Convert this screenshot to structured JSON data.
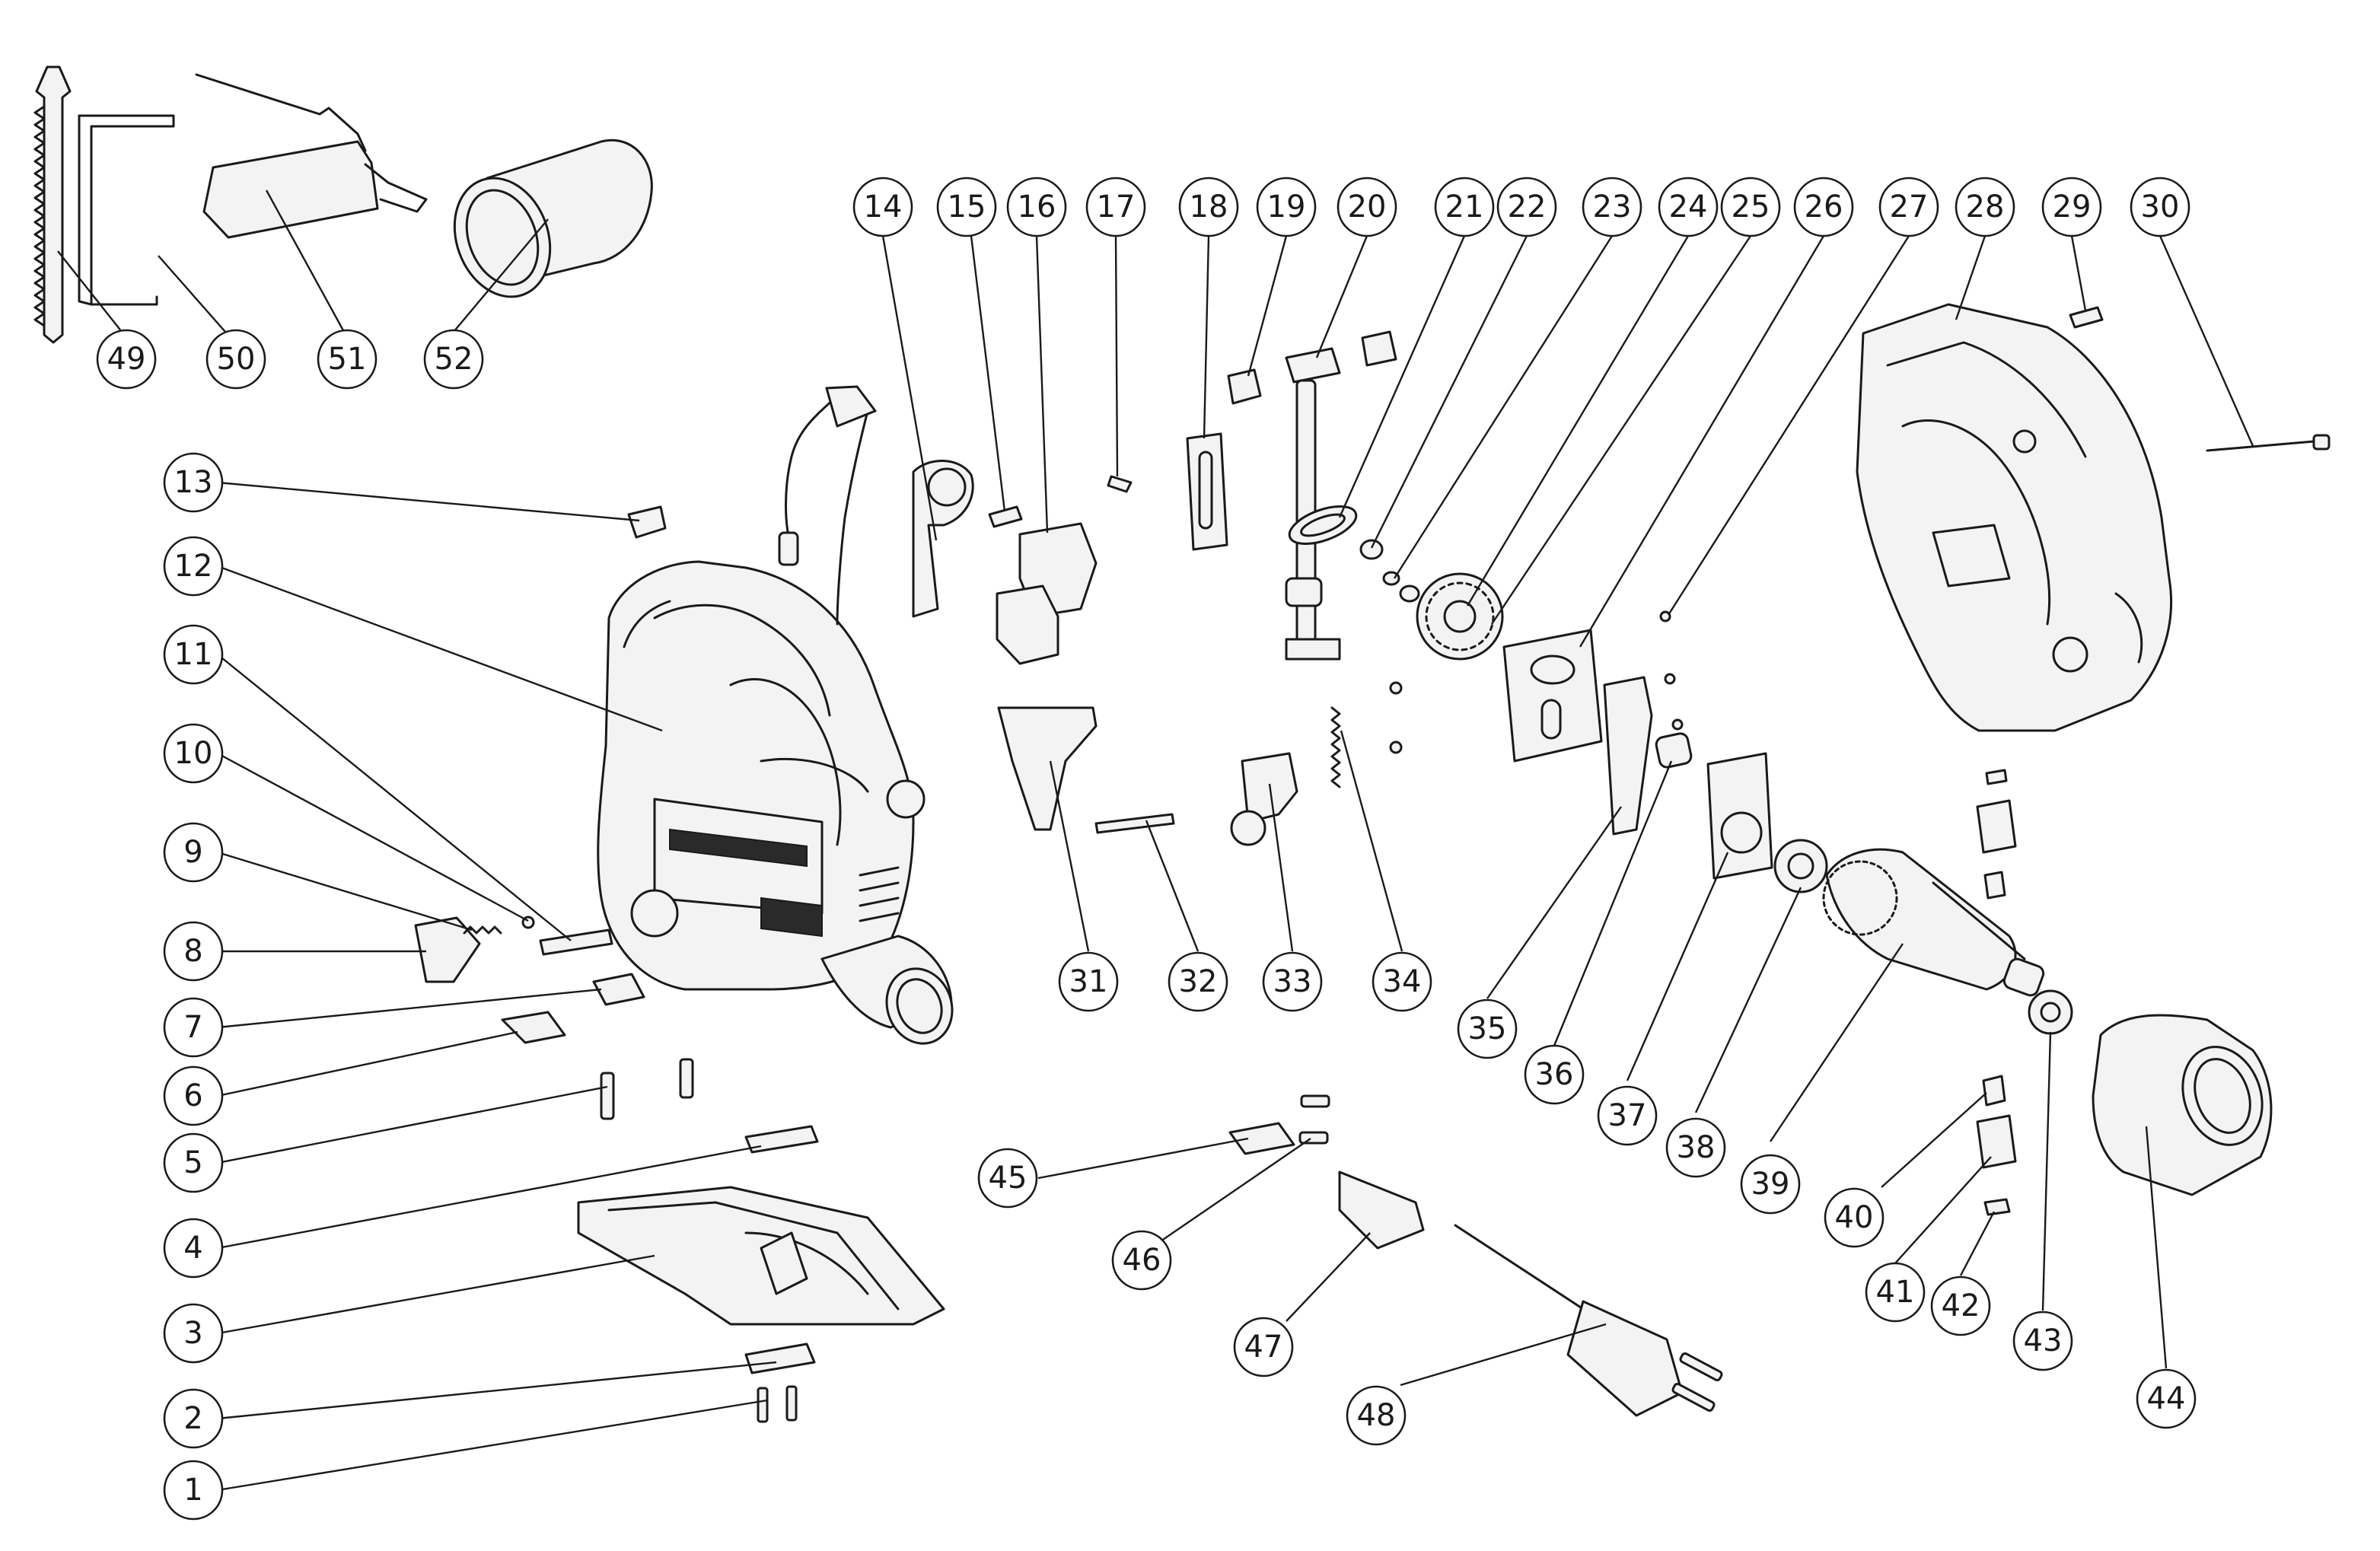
{
  "callouts": [
    {
      "id": "1",
      "label": "1"
    },
    {
      "id": "2",
      "label": "2"
    },
    {
      "id": "3",
      "label": "3"
    },
    {
      "id": "4",
      "label": "4"
    },
    {
      "id": "5",
      "label": "5"
    },
    {
      "id": "6",
      "label": "6"
    },
    {
      "id": "7",
      "label": "7"
    },
    {
      "id": "8",
      "label": "8"
    },
    {
      "id": "9",
      "label": "9"
    },
    {
      "id": "10",
      "label": "10"
    },
    {
      "id": "11",
      "label": "11"
    },
    {
      "id": "12",
      "label": "12"
    },
    {
      "id": "13",
      "label": "13"
    },
    {
      "id": "14",
      "label": "14"
    },
    {
      "id": "15",
      "label": "15"
    },
    {
      "id": "16",
      "label": "16"
    },
    {
      "id": "17",
      "label": "17"
    },
    {
      "id": "18",
      "label": "18"
    },
    {
      "id": "19",
      "label": "19"
    },
    {
      "id": "20",
      "label": "20"
    },
    {
      "id": "21",
      "label": "21"
    },
    {
      "id": "22",
      "label": "22"
    },
    {
      "id": "23",
      "label": "23"
    },
    {
      "id": "24",
      "label": "24"
    },
    {
      "id": "25",
      "label": "25"
    },
    {
      "id": "26",
      "label": "26"
    },
    {
      "id": "27",
      "label": "27"
    },
    {
      "id": "28",
      "label": "28"
    },
    {
      "id": "29",
      "label": "29"
    },
    {
      "id": "30",
      "label": "30"
    },
    {
      "id": "31",
      "label": "31"
    },
    {
      "id": "32",
      "label": "32"
    },
    {
      "id": "33",
      "label": "33"
    },
    {
      "id": "34",
      "label": "34"
    },
    {
      "id": "35",
      "label": "35"
    },
    {
      "id": "36",
      "label": "36"
    },
    {
      "id": "37",
      "label": "37"
    },
    {
      "id": "38",
      "label": "38"
    },
    {
      "id": "39",
      "label": "39"
    },
    {
      "id": "40",
      "label": "40"
    },
    {
      "id": "41",
      "label": "41"
    },
    {
      "id": "42",
      "label": "42"
    },
    {
      "id": "43",
      "label": "43"
    },
    {
      "id": "44",
      "label": "44"
    },
    {
      "id": "45",
      "label": "45"
    },
    {
      "id": "46",
      "label": "46"
    },
    {
      "id": "47",
      "label": "47"
    },
    {
      "id": "48",
      "label": "48"
    },
    {
      "id": "49",
      "label": "49"
    },
    {
      "id": "50",
      "label": "50"
    },
    {
      "id": "51",
      "label": "51"
    },
    {
      "id": "52",
      "label": "52"
    }
  ]
}
